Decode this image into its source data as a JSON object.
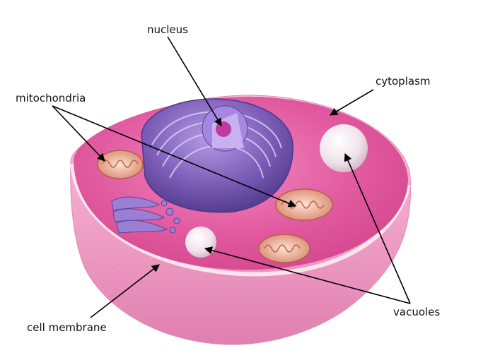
{
  "labels": {
    "nucleus": "nucleus",
    "mitochondria": "mitochondria",
    "cytoplasm": "cytoplasm",
    "vacuoles": "vacuoles",
    "cell_membrane": "cell membrane"
  },
  "colors": {
    "cytoplasm_top": "#e25aa0",
    "membrane": "#f3b6d2",
    "outer_body": "#ee9ec4",
    "nucleus": "#7a5bb5",
    "nucleolus": "#c13aa0",
    "mitochondria": "#e7a07f",
    "vacuole": "#f1e9ee",
    "arrow": "#000000"
  }
}
